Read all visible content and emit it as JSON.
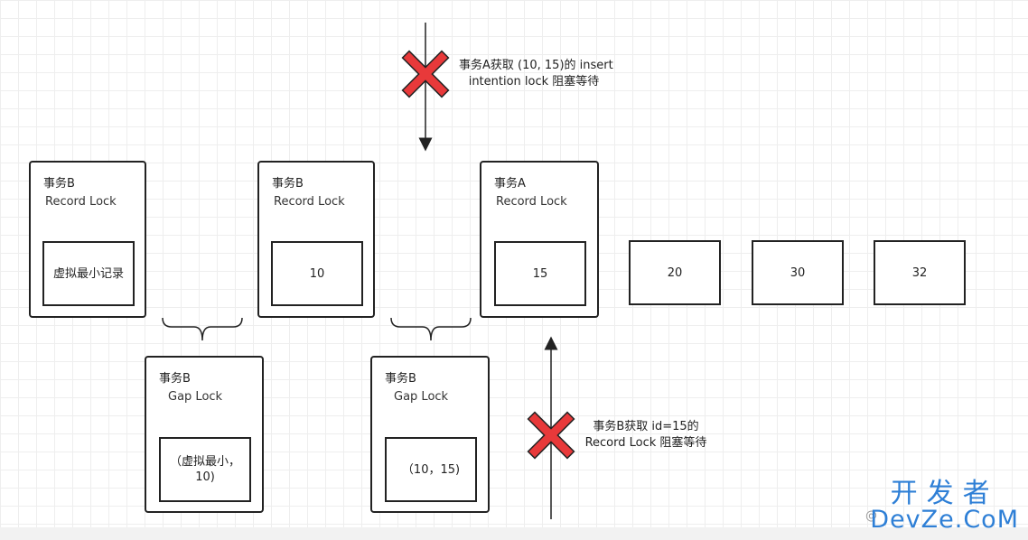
{
  "annotations": {
    "top_line1": "事务A获取 (10, 15)的 insert",
    "top_line2": "intention lock 阻塞等待",
    "bottom_line1": "事务B获取 id=15的",
    "bottom_line2": "Record Lock 阻塞等待"
  },
  "record_boxes": [
    {
      "title": "事务B",
      "lock": "Record Lock",
      "value": "虚拟最小记录"
    },
    {
      "title": "事务B",
      "lock": "Record Lock",
      "value": "10"
    },
    {
      "title": "事务A",
      "lock": "Record Lock",
      "value": "15"
    }
  ],
  "gap_boxes": [
    {
      "title": "事务B",
      "lock": "Gap Lock",
      "value_line1": "（虚拟最小，",
      "value_line2": "10)"
    },
    {
      "title": "事务B",
      "lock": "Gap Lock",
      "value_line1": "（10，15)",
      "value_line2": ""
    }
  ],
  "plain_boxes": [
    "20",
    "30",
    "32"
  ],
  "watermark": {
    "cn": "开发者",
    "en": "DevZe.CoM",
    "at": "@"
  },
  "colors": {
    "cross": "#e8393a",
    "line": "#222222",
    "watermark": "#2e7fd6"
  }
}
